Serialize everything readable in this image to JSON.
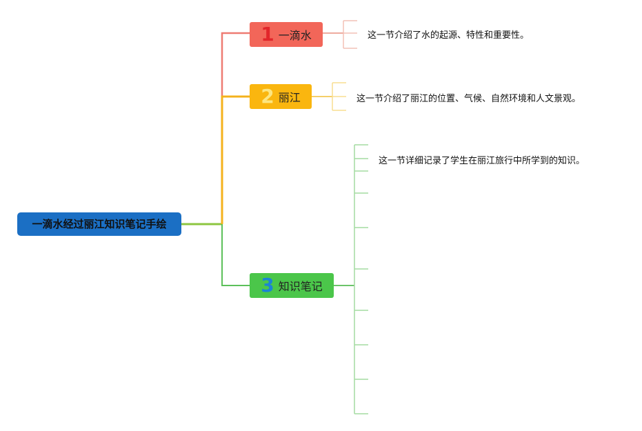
{
  "root": {
    "label": "一滴水经过丽江知识笔记手绘"
  },
  "branches": [
    {
      "number": "1",
      "label": "一滴水",
      "description": "这一节介绍了水的起源、特性和重要性。"
    },
    {
      "number": "2",
      "label": "丽江",
      "description": "这一节介绍了丽江的位置、气候、自然环境和人文景观。"
    },
    {
      "number": "3",
      "label": "知识笔记",
      "description": "这一节详细记录了学生在丽江旅行中所学到的知识。"
    }
  ],
  "colors": {
    "root": "#1b6fc4",
    "branch1": "#f26659",
    "branch2": "#fab60f",
    "branch3": "#4bc64a"
  }
}
